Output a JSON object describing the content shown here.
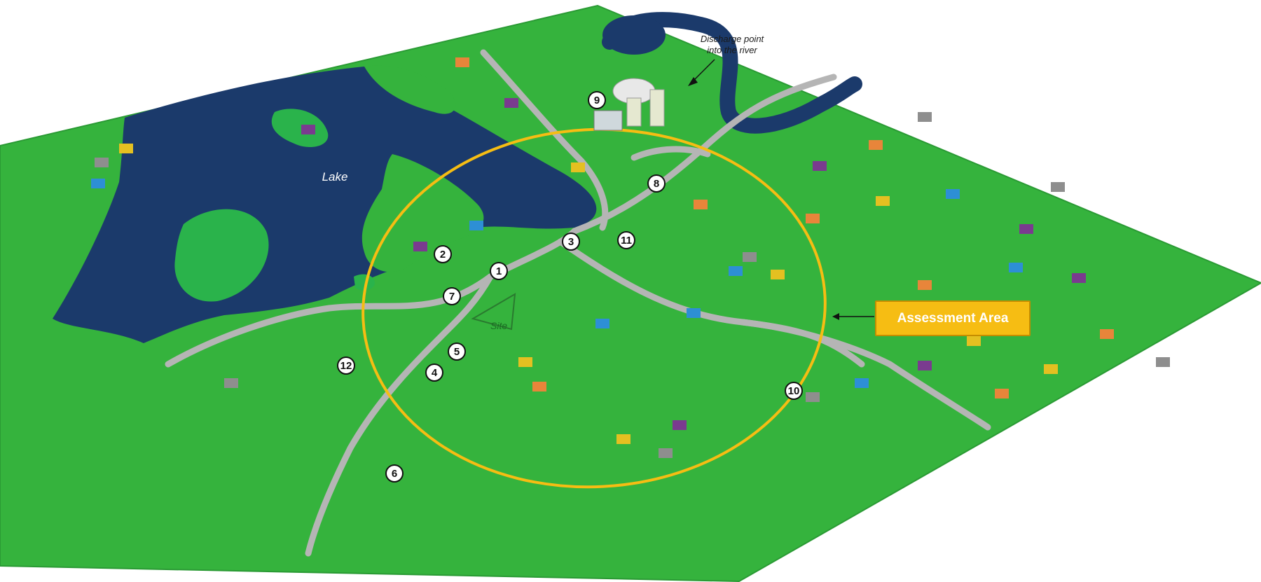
{
  "labels": {
    "lake": "Lake",
    "site": "Site",
    "discharge_line1": "Discharge point",
    "discharge_line2": "into the river",
    "assessment": "Assessment Area"
  },
  "markers": [
    "1",
    "2",
    "3",
    "4",
    "5",
    "6",
    "7",
    "8",
    "9",
    "10",
    "11",
    "12"
  ],
  "colors": {
    "land": "#2fb23a",
    "lake": "#1b3a6b",
    "island": "#2ab34b",
    "road": "#b5b5b5",
    "ring": "#f6bd13",
    "callout": "#f6bd13"
  }
}
